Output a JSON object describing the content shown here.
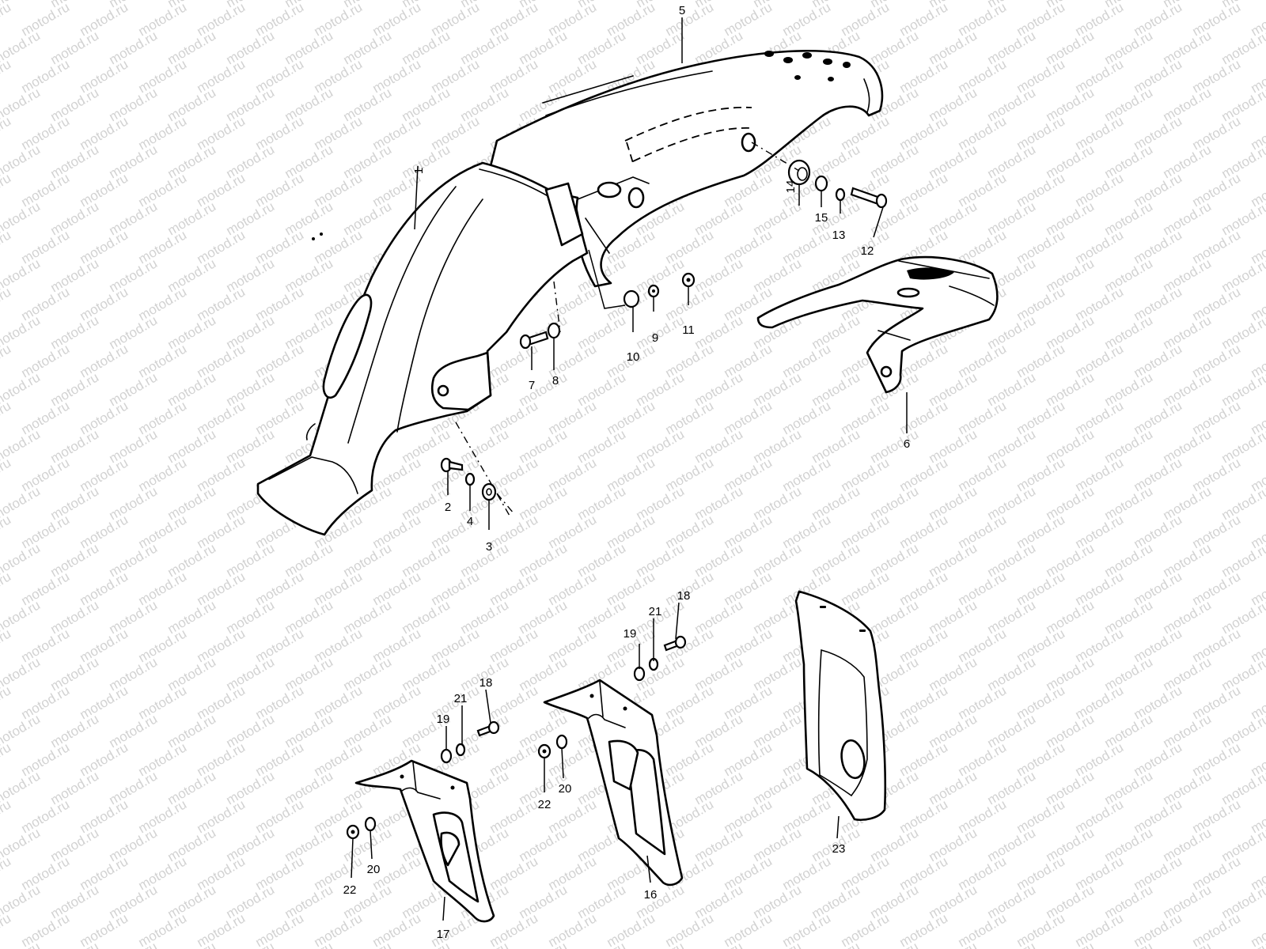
{
  "watermark": "motod.ru",
  "labels": {
    "p1": "1",
    "p2": "2",
    "p3": "3",
    "p4": "4",
    "p5": "5",
    "p6": "6",
    "p7": "7",
    "p8": "8",
    "p9": "9",
    "p10": "10",
    "p11": "11",
    "p12": "12",
    "p13": "13",
    "p14": "14",
    "p15": "15",
    "p16": "16",
    "p17": "17",
    "p18a": "18",
    "p18b": "18",
    "p19a": "19",
    "p19b": "19",
    "p20a": "20",
    "p20b": "20",
    "p21a": "21",
    "p21b": "21",
    "p22a": "22",
    "p22b": "22",
    "p23": "23"
  }
}
